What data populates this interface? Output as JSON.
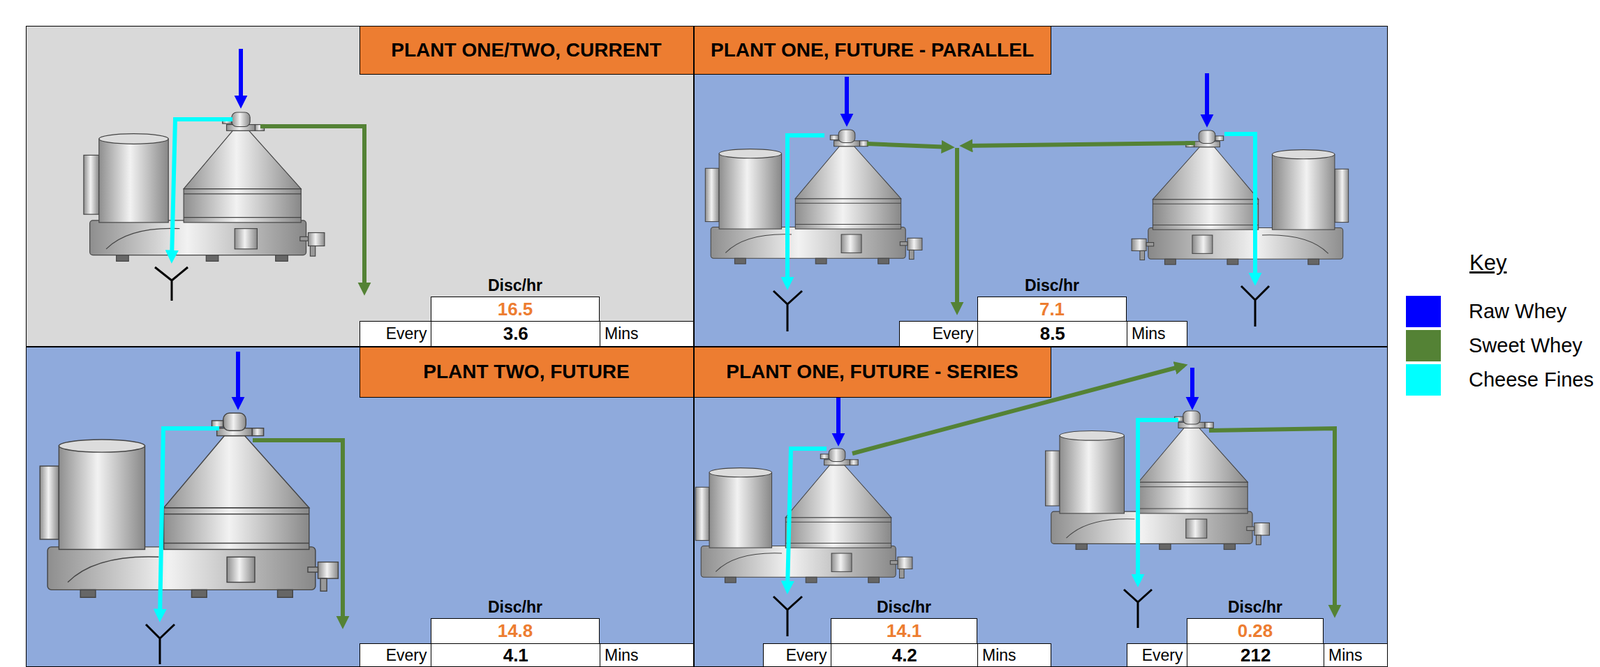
{
  "diagram": {
    "nodes": [
      {
        "text": [
          "PLANT ONE/TWO, CURRENT"
        ]
      },
      {
        "text": [
          "PLANT ONE, FUTURE - PARALLEL"
        ]
      },
      {
        "text": [
          "PLANT TWO, FUTURE"
        ]
      },
      {
        "text": [
          "PLANT ONE, FUTURE - SERIES"
        ]
      }
    ],
    "labels": [
      "Disc/hr",
      "16.5",
      "Every",
      "3.6",
      "Mins",
      "Disc/hr",
      "7.1",
      "Every",
      "8.5",
      "Mins",
      "Disc/hr",
      "14.8",
      "Every",
      "4.1",
      "Mins",
      "Disc/hr",
      "14.1",
      "Every",
      "4.2",
      "Mins",
      "Disc/hr",
      "0.28",
      "Every",
      "212",
      "Mins",
      "Key"
    ],
    "legend": [
      {
        "text": "Raw Whey",
        "color": "#0000ff"
      },
      {
        "text": "Sweet Whey",
        "color": "#548235"
      },
      {
        "text": "Cheese Fines",
        "color": "#00ffff"
      }
    ]
  }
}
